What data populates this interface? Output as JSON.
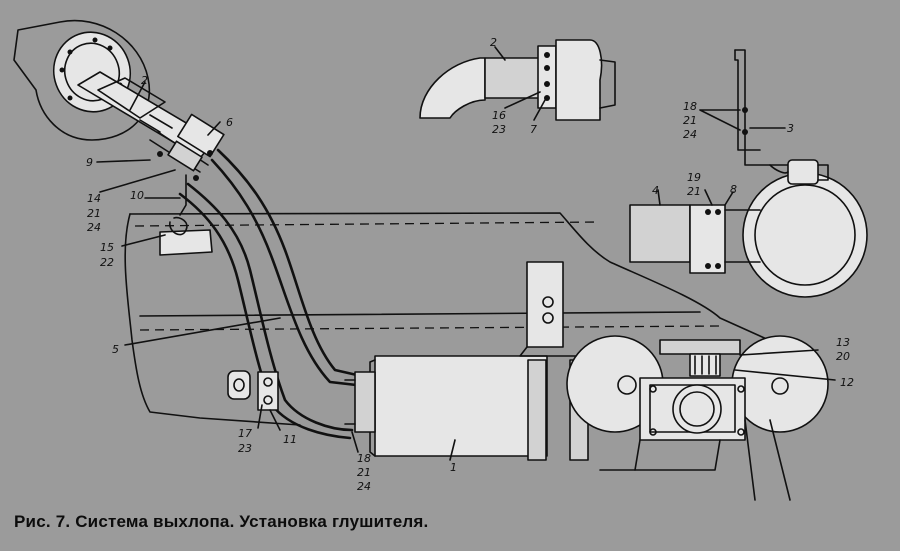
{
  "caption": "Рис. 7. Система выхлопа. Установка глушителя.",
  "labels": {
    "l1": "1",
    "l2a": "2",
    "l2b": "2",
    "l3": "3",
    "l4": "4",
    "l5": "5",
    "l6": "6",
    "l7": "7",
    "l8": "8",
    "l9": "9",
    "l10": "10",
    "l11": "11",
    "l12": "12",
    "l13": "13",
    "l14": "14",
    "l15": "15",
    "l16": "16",
    "l17": "17",
    "l18a": "18",
    "l18b": "18",
    "l19": "19",
    "l20": "20",
    "l21a": "21",
    "l21b": "21",
    "l21c": "21",
    "l21d": "21",
    "l22": "22",
    "l23a": "23",
    "l23b": "23",
    "l24a": "24",
    "l24b": "24",
    "l24c": "24"
  }
}
